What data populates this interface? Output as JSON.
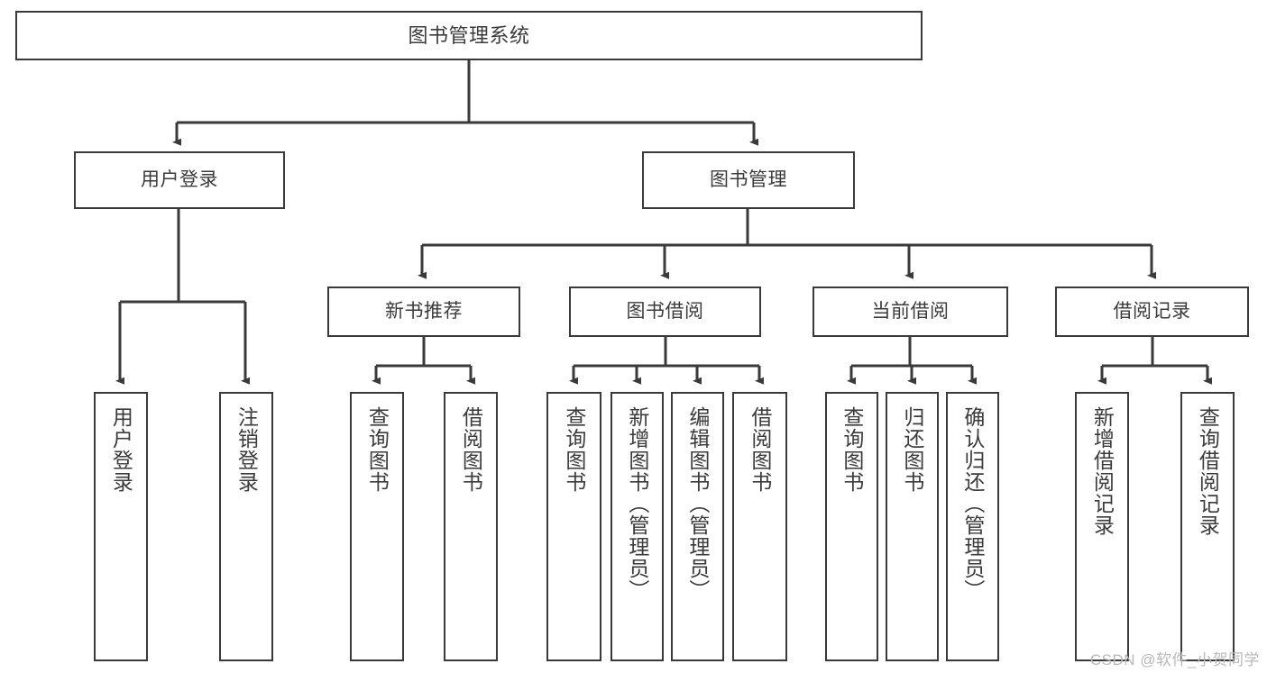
{
  "diagram": {
    "title": "图书管理系统",
    "type": "tree-hierarchy-chart",
    "root": {
      "id": "root",
      "label": "图书管理系统",
      "orientation": "horizontal"
    },
    "level2": [
      {
        "id": "user-login",
        "label": "用户登录",
        "orientation": "horizontal"
      },
      {
        "id": "book-manage",
        "label": "图书管理",
        "orientation": "horizontal"
      }
    ],
    "level3": [
      {
        "id": "new-book-rec",
        "label": "新书推荐",
        "orientation": "horizontal",
        "parent": "book-manage"
      },
      {
        "id": "book-borrow",
        "label": "图书借阅",
        "orientation": "horizontal",
        "parent": "book-manage"
      },
      {
        "id": "current-borrow",
        "label": "当前借阅",
        "orientation": "horizontal",
        "parent": "book-manage"
      },
      {
        "id": "borrow-record",
        "label": "借阅记录",
        "orientation": "horizontal",
        "parent": "book-manage"
      }
    ],
    "leaves": [
      {
        "id": "leaf-user-login",
        "label": "用户登录",
        "parent": "user-login"
      },
      {
        "id": "leaf-user-logout",
        "label": "注销登录",
        "parent": "user-login"
      },
      {
        "id": "leaf-query-book-1",
        "label": "查询图书",
        "parent": "new-book-rec"
      },
      {
        "id": "leaf-borrow-book-1",
        "label": "借阅图书",
        "parent": "new-book-rec"
      },
      {
        "id": "leaf-query-book-2",
        "label": "查询图书",
        "parent": "book-borrow"
      },
      {
        "id": "leaf-add-book",
        "label": "新增图书（管理员）",
        "parent": "book-borrow"
      },
      {
        "id": "leaf-edit-book",
        "label": "编辑图书（管理员）",
        "parent": "book-borrow"
      },
      {
        "id": "leaf-borrow-book-2",
        "label": "借阅图书",
        "parent": "book-borrow"
      },
      {
        "id": "leaf-query-book-3",
        "label": "查询图书",
        "parent": "current-borrow"
      },
      {
        "id": "leaf-return-book",
        "label": "归还图书",
        "parent": "current-borrow"
      },
      {
        "id": "leaf-confirm-return",
        "label": "确认归还（管理员）",
        "parent": "current-borrow"
      },
      {
        "id": "leaf-add-record",
        "label": "新增借阅记录",
        "parent": "borrow-record"
      },
      {
        "id": "leaf-query-record",
        "label": "查询借阅记录",
        "parent": "borrow-record"
      }
    ],
    "colors": {
      "stroke": "#3a3a3a",
      "text": "#3b3b3b",
      "background": "#ffffff",
      "watermark": "#b9b9b9"
    }
  },
  "watermark": {
    "text": "CSDN @软件_小贺同学"
  }
}
